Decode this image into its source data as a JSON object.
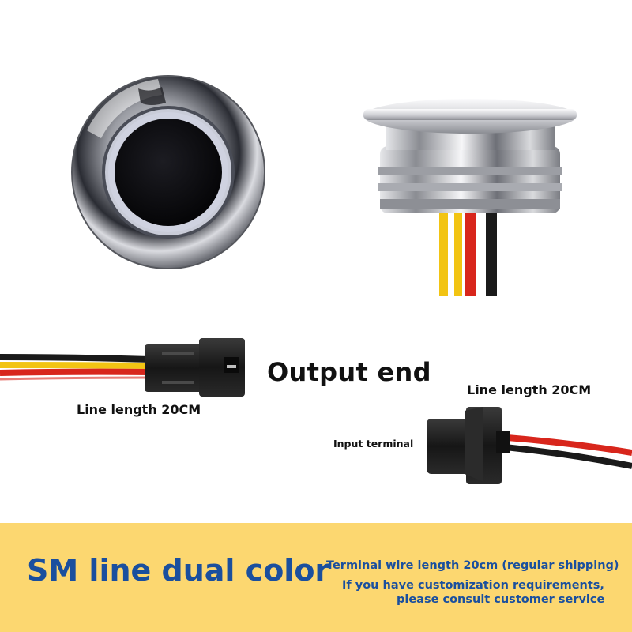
{
  "labels": {
    "output_end": "Output end",
    "line_length_left": "Line length 20CM",
    "line_length_right": "Line length 20CM",
    "input_terminal": "Input terminal"
  },
  "banner": {
    "title": "SM line dual color",
    "line1": "Terminal wire length 20cm (regular shipping)",
    "line2": "If you have customization requirements,",
    "line3": "please consult customer service",
    "background_color": "#fcd770",
    "text_color": "#1a4f9e"
  },
  "wire_colors": {
    "yellow": "#f2c413",
    "red": "#d8261c",
    "black": "#1a1a1a"
  }
}
